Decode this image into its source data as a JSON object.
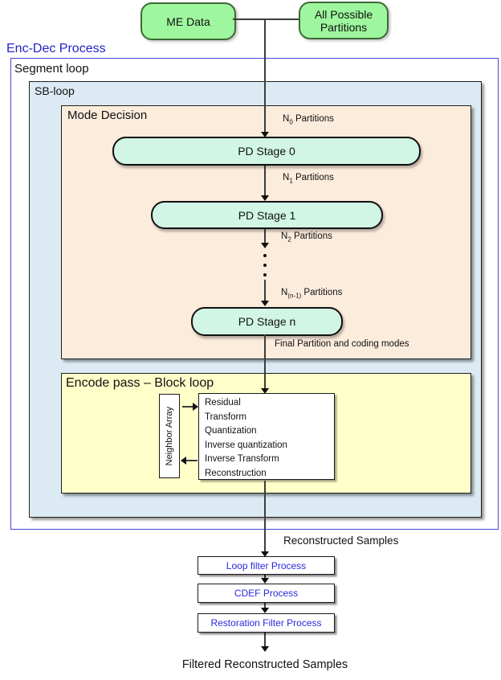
{
  "title": "Enc-Dec Process",
  "inputs": {
    "me_data": "ME Data",
    "all_partitions": "All Possible Partitions"
  },
  "loops": {
    "segment": "Segment loop",
    "sb": "SB-loop",
    "mode_decision": "Mode Decision",
    "encode_pass": "Encode pass – Block loop"
  },
  "stages": [
    {
      "label": "PD Stage 0"
    },
    {
      "label": "PD Stage 1"
    },
    {
      "label": "PD Stage n"
    }
  ],
  "labels": {
    "n0": {
      "pre": "N",
      "sub": "0",
      "post": " Partitions"
    },
    "n1": {
      "pre": "N",
      "sub": "1",
      "post": " Partitions"
    },
    "n2": {
      "pre": "N",
      "sub": "2",
      "post": " Partitions"
    },
    "nn1": {
      "pre": "N",
      "sub": "(n-1)",
      "post": " Partitions"
    },
    "final_partition": "Final Partition and coding modes",
    "reconstructed": "Reconstructed Samples",
    "filtered": "Filtered Reconstructed Samples"
  },
  "encode": {
    "neighbor_array": "Neighbor Array",
    "steps": [
      "Residual",
      "Transform",
      "Quantization",
      "Inverse quantization",
      "Inverse Transform",
      "Reconstruction"
    ]
  },
  "filters": [
    {
      "label": "Loop filter Process"
    },
    {
      "label": "CDEF Process"
    },
    {
      "label": "Restoration Filter Process"
    }
  ],
  "colors": {
    "title_blue": "#2222cc",
    "segment_border": "#4646cf",
    "sb_fill": "#dcebf3",
    "mode_fill": "#fcecdc",
    "encode_fill": "#ffffc9",
    "pill_fill": "#d2f6e6",
    "input_fill": "#9ef79e",
    "filter_text": "#2a2ae0"
  }
}
